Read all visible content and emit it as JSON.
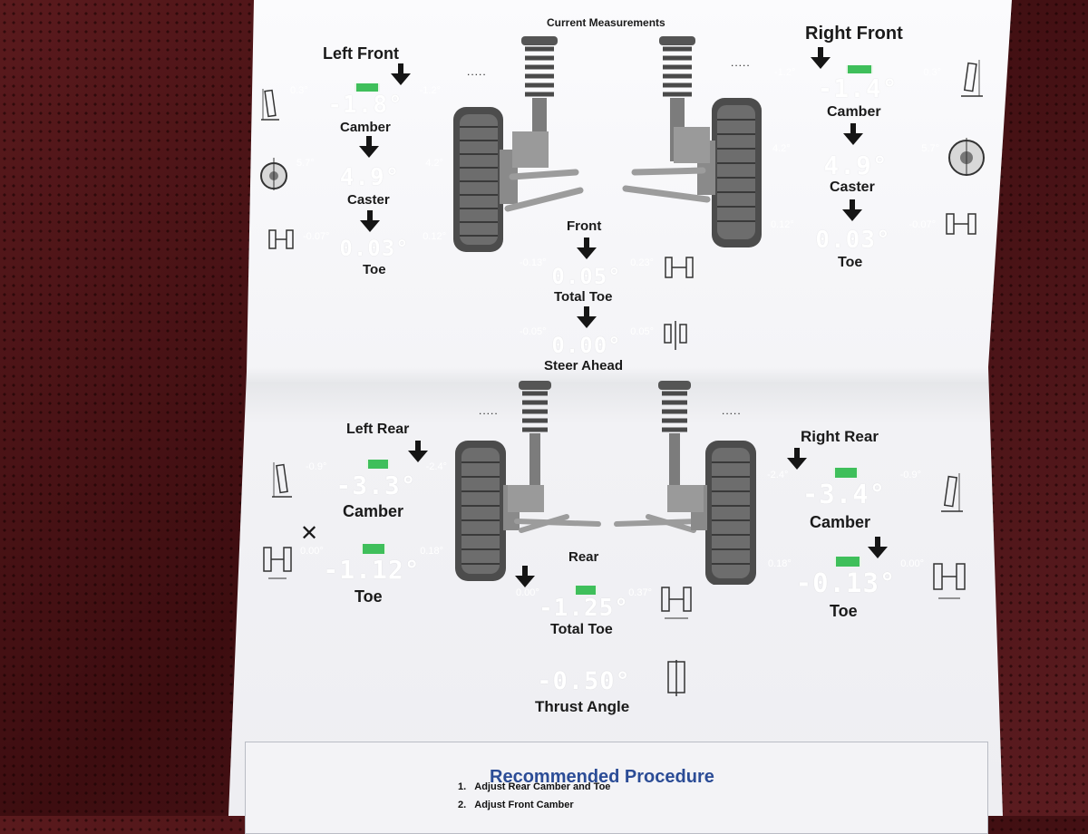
{
  "header": {
    "title": "Current Measurements"
  },
  "front": {
    "left": {
      "heading": "Left Front",
      "camber": {
        "label": "Camber",
        "value": "-1.8°",
        "min": "0.3°",
        "max": "-1.2°",
        "status": "out"
      },
      "caster": {
        "label": "Caster",
        "value": "4.9°",
        "min": "5.7°",
        "max": "4.2°",
        "status": "in"
      },
      "toe": {
        "label": "Toe",
        "value": "0.03°",
        "min": "-0.07°",
        "max": "0.12°",
        "status": "in"
      }
    },
    "right": {
      "heading": "Right Front",
      "camber": {
        "label": "Camber",
        "value": "-1.4°",
        "min": "-1.2°",
        "max": "0.3°",
        "status": "out"
      },
      "caster": {
        "label": "Caster",
        "value": "4.9°",
        "min": "4.2°",
        "max": "5.7°",
        "status": "in"
      },
      "toe": {
        "label": "Toe",
        "value": "0.03°",
        "min": "0.12°",
        "max": "-0.07°",
        "status": "in"
      }
    },
    "center_heading": "Front",
    "total_toe": {
      "label": "Total Toe",
      "value": "0.05°",
      "min": "-0.13°",
      "max": "0.23°",
      "status": "in"
    },
    "steer_ahead": {
      "label": "Steer Ahead",
      "value": "0.00°",
      "min": "-0.05°",
      "max": "0.05°",
      "status": "in"
    }
  },
  "rear": {
    "left": {
      "heading": "Left Rear",
      "camber": {
        "label": "Camber",
        "value": "-3.3°",
        "min": "-0.9°",
        "max": "-2.4°",
        "status": "out"
      },
      "toe": {
        "label": "Toe",
        "value": "-1.12°",
        "min": "0.00°",
        "max": "0.18°",
        "status": "out"
      }
    },
    "right": {
      "heading": "Right Rear",
      "camber": {
        "label": "Camber",
        "value": "-3.4°",
        "min": "-2.4°",
        "max": "-0.9°",
        "status": "out"
      },
      "toe": {
        "label": "Toe",
        "value": "-0.13°",
        "min": "0.18°",
        "max": "0.00°",
        "status": "out"
      }
    },
    "center_heading": "Rear",
    "total_toe": {
      "label": "Total Toe",
      "value": "-1.25°",
      "min": "0.00°",
      "max": "0.37°",
      "status": "out"
    },
    "thrust_angle": {
      "label": "Thrust Angle",
      "value": "-0.50°",
      "status": "neutral"
    }
  },
  "dots": ".....",
  "x_mark": "✕",
  "procedure": {
    "title": "Recommended Procedure",
    "steps": [
      {
        "num": "1.",
        "text": "Adjust Rear Camber and Toe"
      },
      {
        "num": "2.",
        "text": "Adjust Front Camber"
      }
    ]
  },
  "colors": {
    "in_spec": "#3fbf5b",
    "out_of_spec": "#ea5a4c",
    "neutral": "#8a8a8a",
    "procedure_title": "#2b4c96"
  }
}
